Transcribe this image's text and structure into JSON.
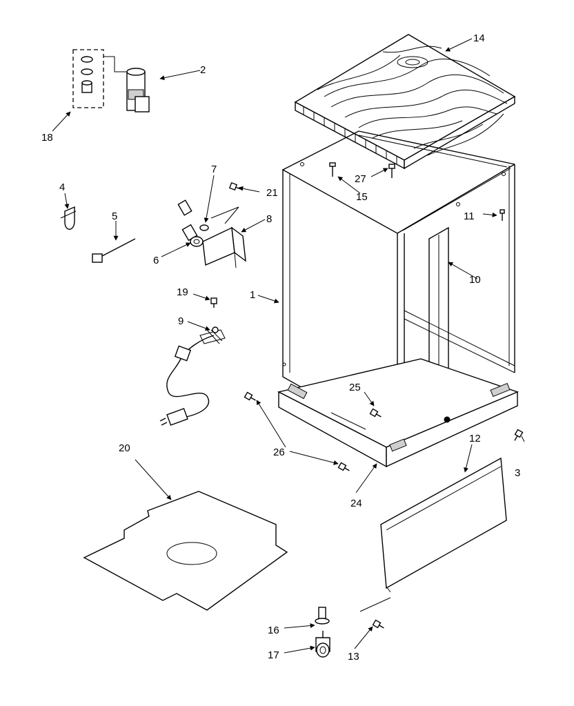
{
  "callouts": {
    "c1": "1",
    "c2": "2",
    "c3": "3",
    "c4": "4",
    "c5": "5",
    "c6": "6",
    "c7": "7",
    "c8": "8",
    "c9": "9",
    "c10": "10",
    "c11": "11",
    "c12": "12",
    "c13": "13",
    "c14": "14",
    "c15": "15",
    "c16": "16",
    "c17": "17",
    "c18": "18",
    "c19": "19",
    "c20": "20",
    "c21": "21",
    "c24": "24",
    "c25": "25",
    "c26": "26",
    "c27": "27"
  }
}
